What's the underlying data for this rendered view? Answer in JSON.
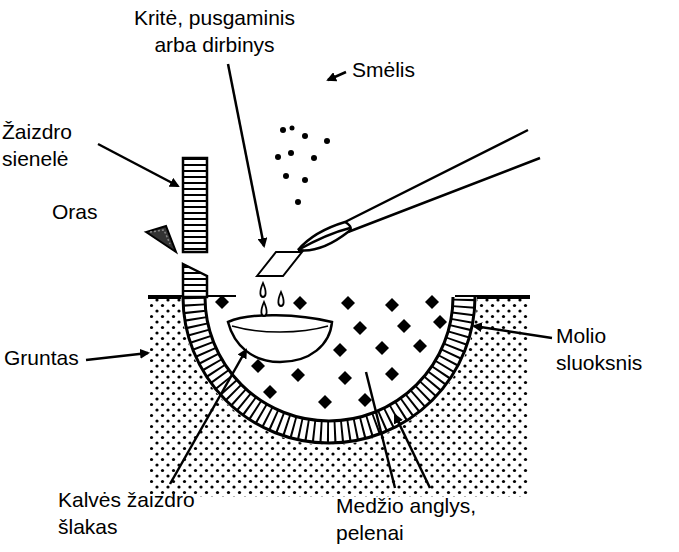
{
  "diagram": {
    "labels": [
      "Kritė, pusgaminis arba dirbinys",
      "Smėlis",
      "Žaizdro sienelė",
      "Oras",
      "Gruntas",
      "Molio sluoksnis",
      "Kalvės žaizdro šlakas",
      "Medžio anglys, pelenai"
    ]
  }
}
